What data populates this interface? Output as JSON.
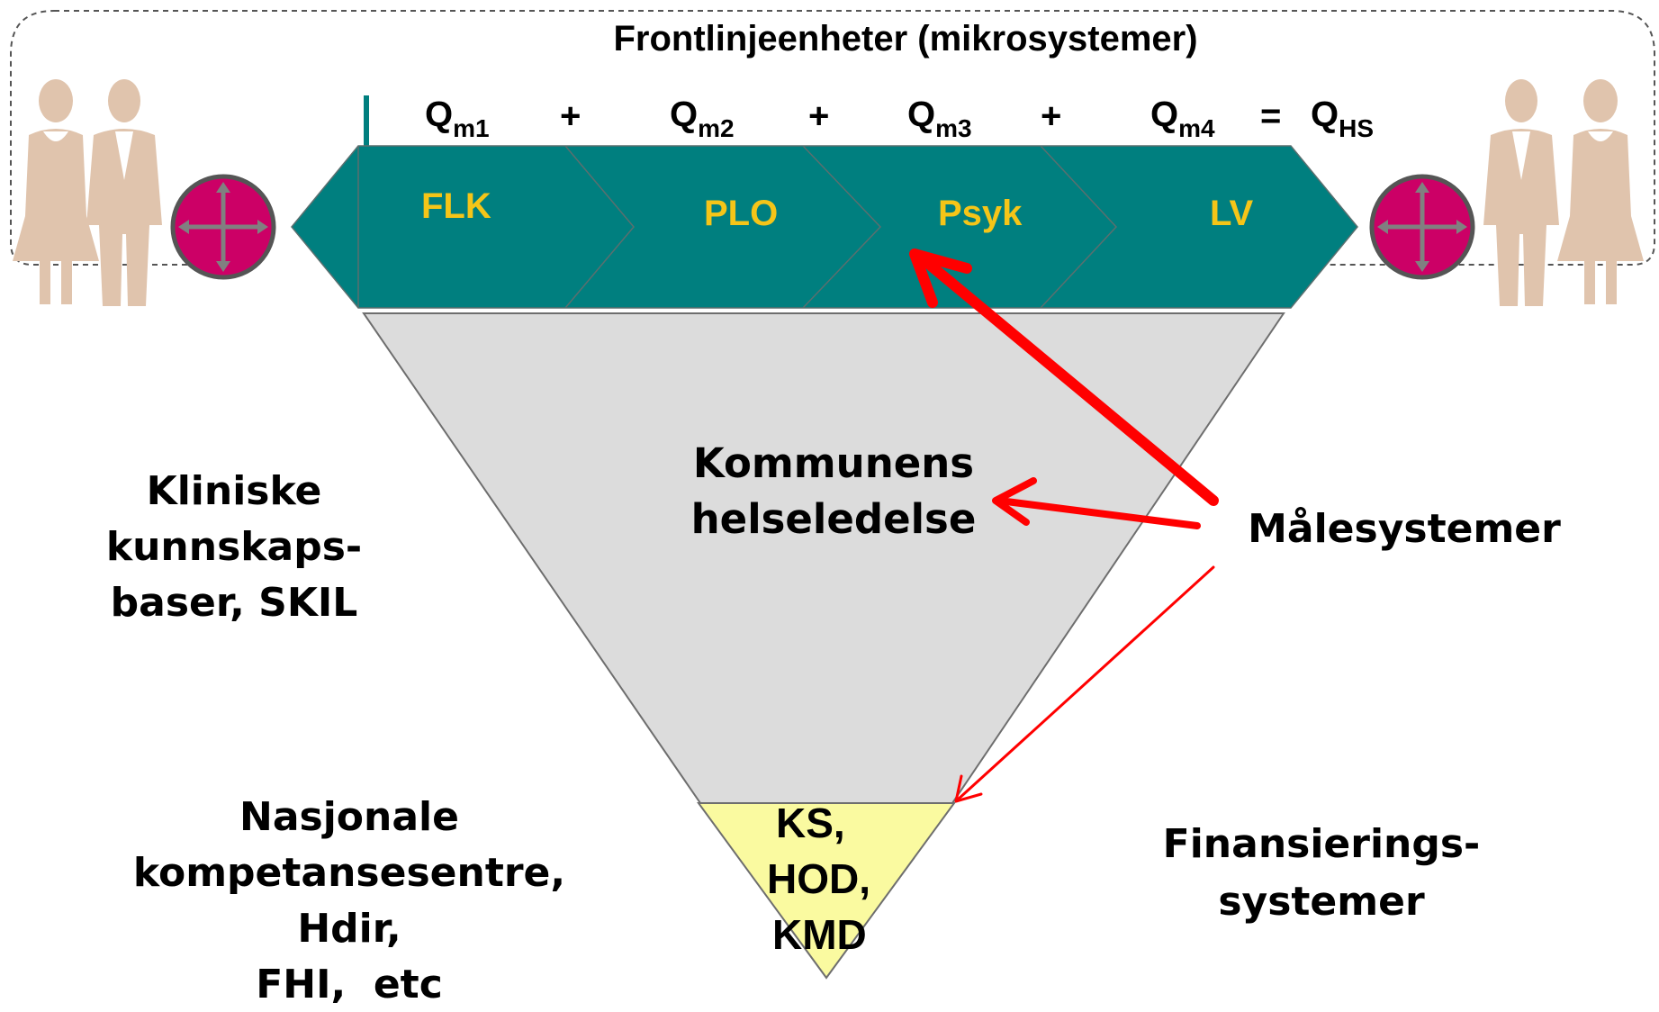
{
  "header": {
    "title": "Frontlinjeenheter (mikrosystemer)"
  },
  "equation": {
    "terms": [
      {
        "base": "Q",
        "sub": "m1"
      },
      {
        "base": "Q",
        "sub": "m2"
      },
      {
        "base": "Q",
        "sub": "m3"
      },
      {
        "base": "Q",
        "sub": "m4"
      }
    ],
    "plus": "+",
    "equals": "=",
    "result": {
      "base": "Q",
      "sub": "HS"
    }
  },
  "segments": [
    "FLK",
    "PLO",
    "Psyk",
    "LV"
  ],
  "center": {
    "line1": "Kommunens",
    "line2": "helseledelse"
  },
  "apex": [
    "KS,",
    "HOD,",
    "KMD"
  ],
  "left_top": [
    "Kliniske",
    "kunnskaps-",
    "baser, SKIL"
  ],
  "left_bottom": [
    "Nasjonale",
    "kompetansesentre,",
    "Hdir,",
    "FHI,  etc"
  ],
  "right_mid": "Målesystemer",
  "right_bottom": [
    "Finansierings-",
    "systemer"
  ],
  "colors": {
    "band": "#007f7f",
    "segment_text": "#f5c518",
    "triangle": "#dcdcdc",
    "apex": "#fafaa0",
    "arrow": "#ff0000",
    "circle": "#cc0066",
    "person": "#e0c4ad"
  },
  "icons": [
    "person-icon",
    "four-way-arrow-icon"
  ]
}
